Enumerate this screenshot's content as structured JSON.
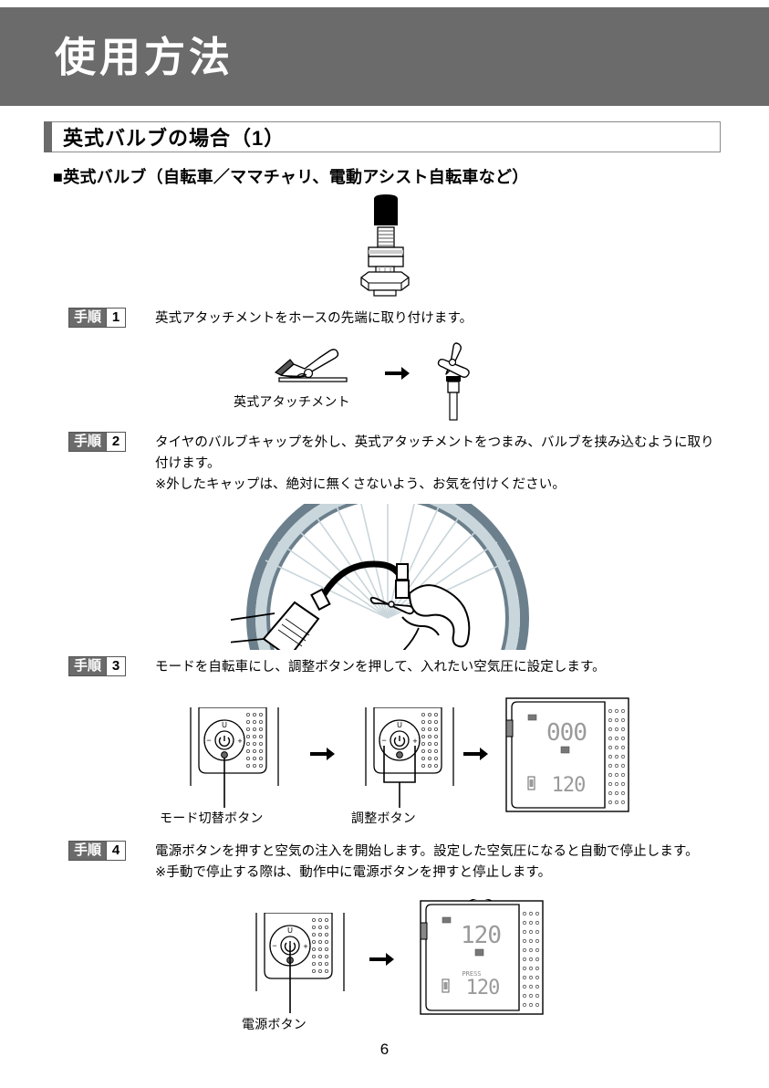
{
  "header": {
    "title": "使用方法"
  },
  "section": {
    "heading": "英式バルブの場合（1）",
    "subheading": "■英式バルブ（自転車／ママチャリ、電動アシスト自転車など）"
  },
  "steps": [
    {
      "badge_label": "手順",
      "number": "1",
      "text": "英式アタッチメントをホースの先端に取り付けます。"
    },
    {
      "badge_label": "手順",
      "number": "2",
      "line1": "タイヤのバルブキャップを外し、英式アタッチメントをつまみ、バルブを挟み込むように取り",
      "line2": "付けます。",
      "line3": "※外したキャップは、絶対に無くさないよう、お気を付けください。"
    },
    {
      "badge_label": "手順",
      "number": "3",
      "text": "モードを自転車にし、調整ボタンを押して、入れたい空気圧に設定します。"
    },
    {
      "badge_label": "手順",
      "number": "4",
      "line1": "電源ボタンを押すと空気の注入を開始します。設定した空気圧になると自動で停止します。",
      "line2": "※手動で停止する際は、動作中に電源ボタンを押すと停止します。"
    }
  ],
  "captions": {
    "attachment": "英式アタッチメント",
    "mode_button": "モード切替ボタン",
    "adjust_button": "調整ボタン",
    "power_button": "電源ボタン"
  },
  "device_display": {
    "step3": {
      "upper_value": "000",
      "lower_value": "120",
      "unit_icon": "bicycle-icon",
      "lower_icon": "battery-icon"
    },
    "step4": {
      "upper_value": "120",
      "lower_value": "120",
      "press_label": "PRESS",
      "unit_icon": "bicycle-icon",
      "lower_icon": "battery-icon"
    }
  },
  "control_panel": {
    "up_label": "U",
    "minus_label": "−",
    "plus_label": "+",
    "power_icon": "power-icon",
    "mode_icon": "mode-icon"
  },
  "footer": {
    "page_number": "6"
  },
  "colors": {
    "header_band": "#6b6b6b",
    "accent_bar": "#6b6b6b",
    "badge_bg": "#6b6b6b",
    "rim": "#6b7f8c",
    "rim_inner": "#c9d6db",
    "spoke": "#c9d6db",
    "text": "#000000"
  }
}
